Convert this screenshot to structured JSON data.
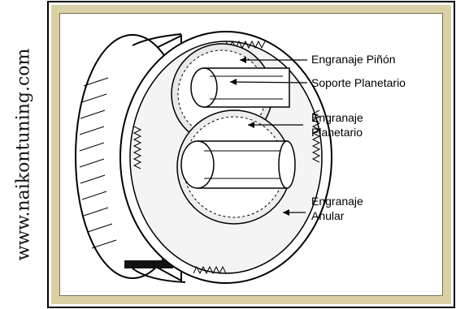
{
  "watermark": "www.naikontuning.com",
  "labels": {
    "pinion": "Engranaje Piñón",
    "carrier": "Soporte Planetario",
    "sun_line1": "Engranaje",
    "sun_line2": "Planetario",
    "ring_line1": "Engranaje",
    "ring_line2": "Anular"
  }
}
